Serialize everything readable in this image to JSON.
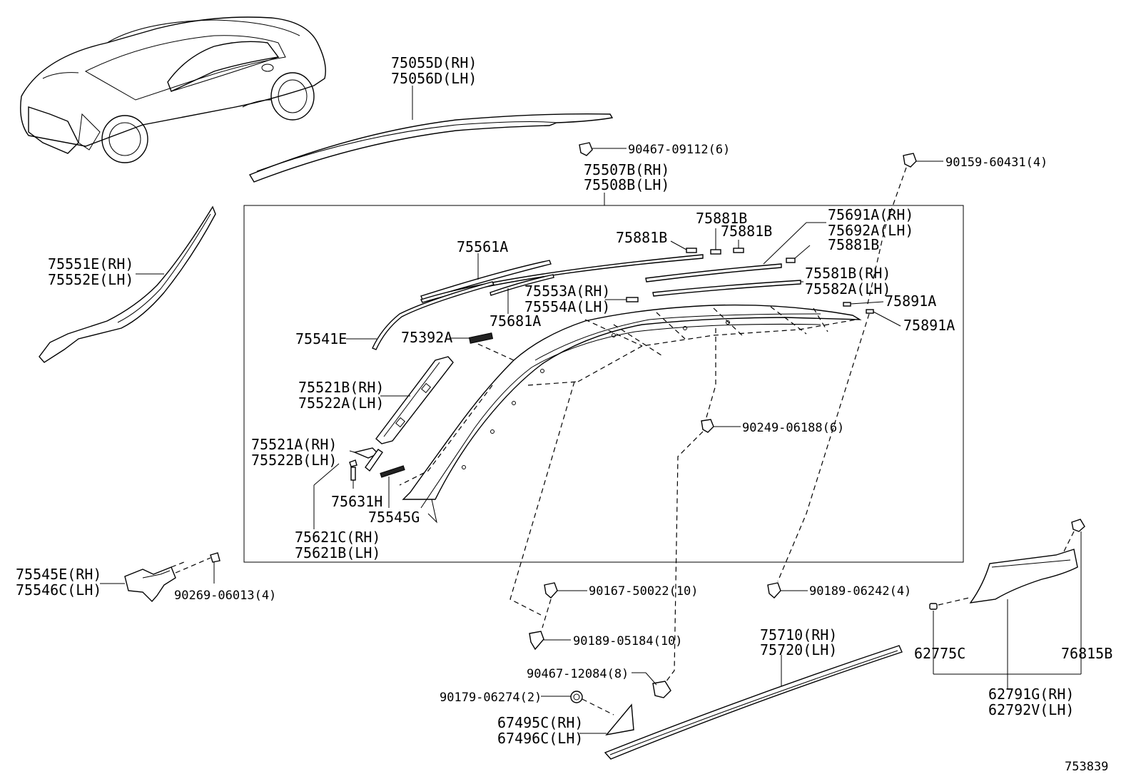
{
  "labels": {
    "l75055d": "75055D(RH)",
    "l75056d": "75056D(LH)",
    "l90467_09112": "90467-09112(6)",
    "l75507b": "75507B(RH)",
    "l75508b": "75508B(LH)",
    "l90159": "90159-60431(4)",
    "l75551e": "75551E(RH)",
    "l75552e": "75552E(LH)",
    "l75881b_1": "75881B",
    "l75881b_2": "75881B",
    "l75881b_3": "75881B",
    "l75881b_4": "75881B",
    "l75691a": "75691A(RH)",
    "l75692a": "75692A(LH)",
    "l75561a": "75561A",
    "l75581b": "75581B(RH)",
    "l75582a": "75582A(LH)",
    "l75553a": "75553A(RH)",
    "l75554a": "75554A(LH)",
    "l75891a_1": "75891A",
    "l75891a_2": "75891A",
    "l75681a": "75681A",
    "l75541e": "75541E",
    "l75392a": "75392A",
    "l75521b": "75521B(RH)",
    "l75522a": "75522A(LH)",
    "l90249": "90249-06188(6)",
    "l75521a": "75521A(RH)",
    "l75522b": "75522B(LH)",
    "l75631h": "75631H",
    "l75545g": "75545G",
    "l75621c": "75621C(RH)",
    "l75621b": "75621B(LH)",
    "l75545e": "75545E(RH)",
    "l75546c": "75546C(LH)",
    "l90269": "90269-06013(4)",
    "l90167": "90167-50022(10)",
    "l90189_06242": "90189-06242(4)",
    "l90189_05184": "90189-05184(10)",
    "l75710": "75710(RH)",
    "l75720": "75720(LH)",
    "l62775c": "62775C",
    "l76815b": "76815B",
    "l90467_12084": "90467-12084(8)",
    "l90179": "90179-06274(2)",
    "l62791g": "62791G(RH)",
    "l62792v": "62792V(LH)",
    "l67495c": "67495C(RH)",
    "l67496c": "67496C(LH)",
    "diagram_number": "753839"
  }
}
